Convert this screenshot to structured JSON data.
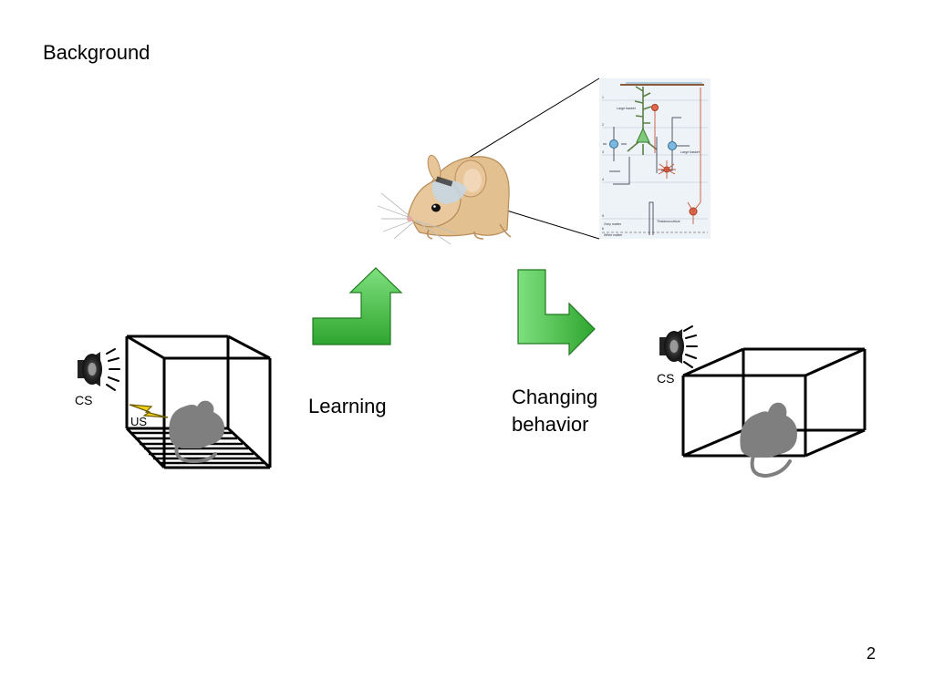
{
  "slide": {
    "title": "Background",
    "page_number": "2"
  },
  "flow": {
    "learning_label": "Learning",
    "changing_label_line1": "Changing",
    "changing_label_line2": "behavior"
  },
  "left_box": {
    "cs_label": "CS",
    "us_label": "US"
  },
  "right_box": {
    "cs_label": "CS"
  },
  "colors": {
    "arrow_green": "#4ec94e",
    "arrow_dark": "#1f7a1f",
    "mouse_gray": "#7f7f7f",
    "mouse_tan": "#e3c08f",
    "lightning": "#f2d21b"
  }
}
